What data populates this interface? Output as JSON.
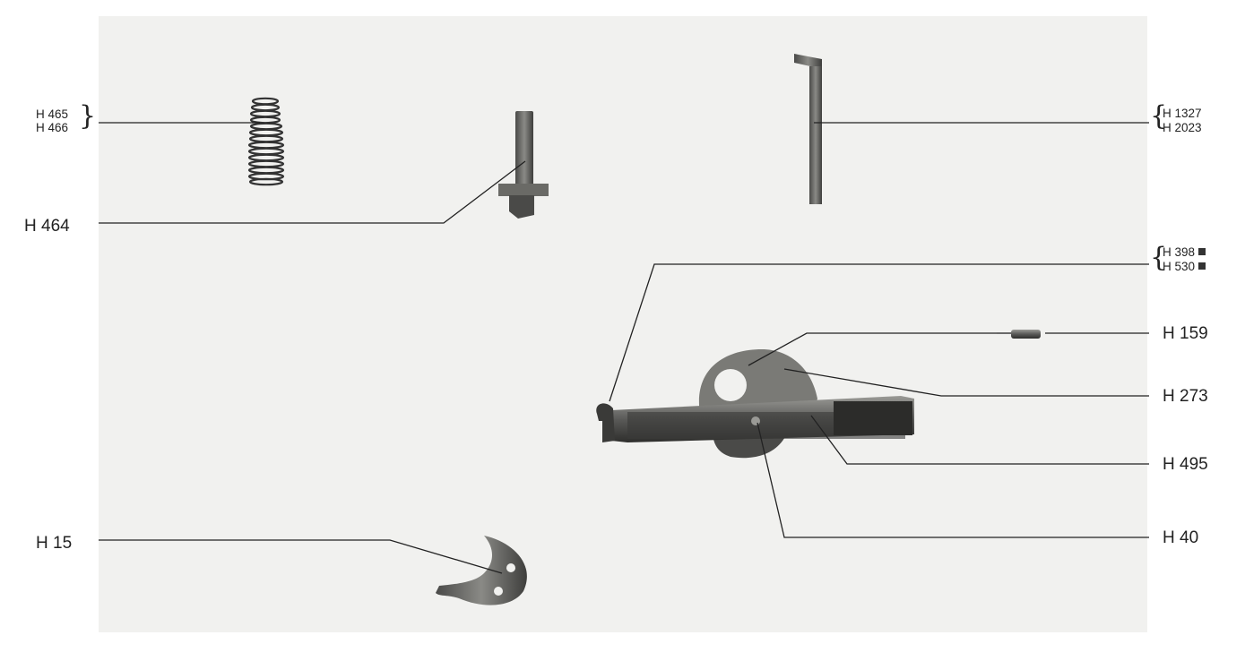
{
  "labels": {
    "h465": "H 465",
    "h466": "H 466",
    "h464": "H 464",
    "h15": "H 15",
    "h1327": "H 1327",
    "h2023": "H 2023",
    "h398": "H 398",
    "h530": "H 530",
    "h159": "H 159",
    "h273": "H 273",
    "h495": "H 495",
    "h40": "H 40"
  },
  "colors": {
    "background": "#f1f1ef",
    "metal_dark": "#3a3a3a",
    "metal_mid": "#6b6b6b",
    "line": "#222222"
  }
}
